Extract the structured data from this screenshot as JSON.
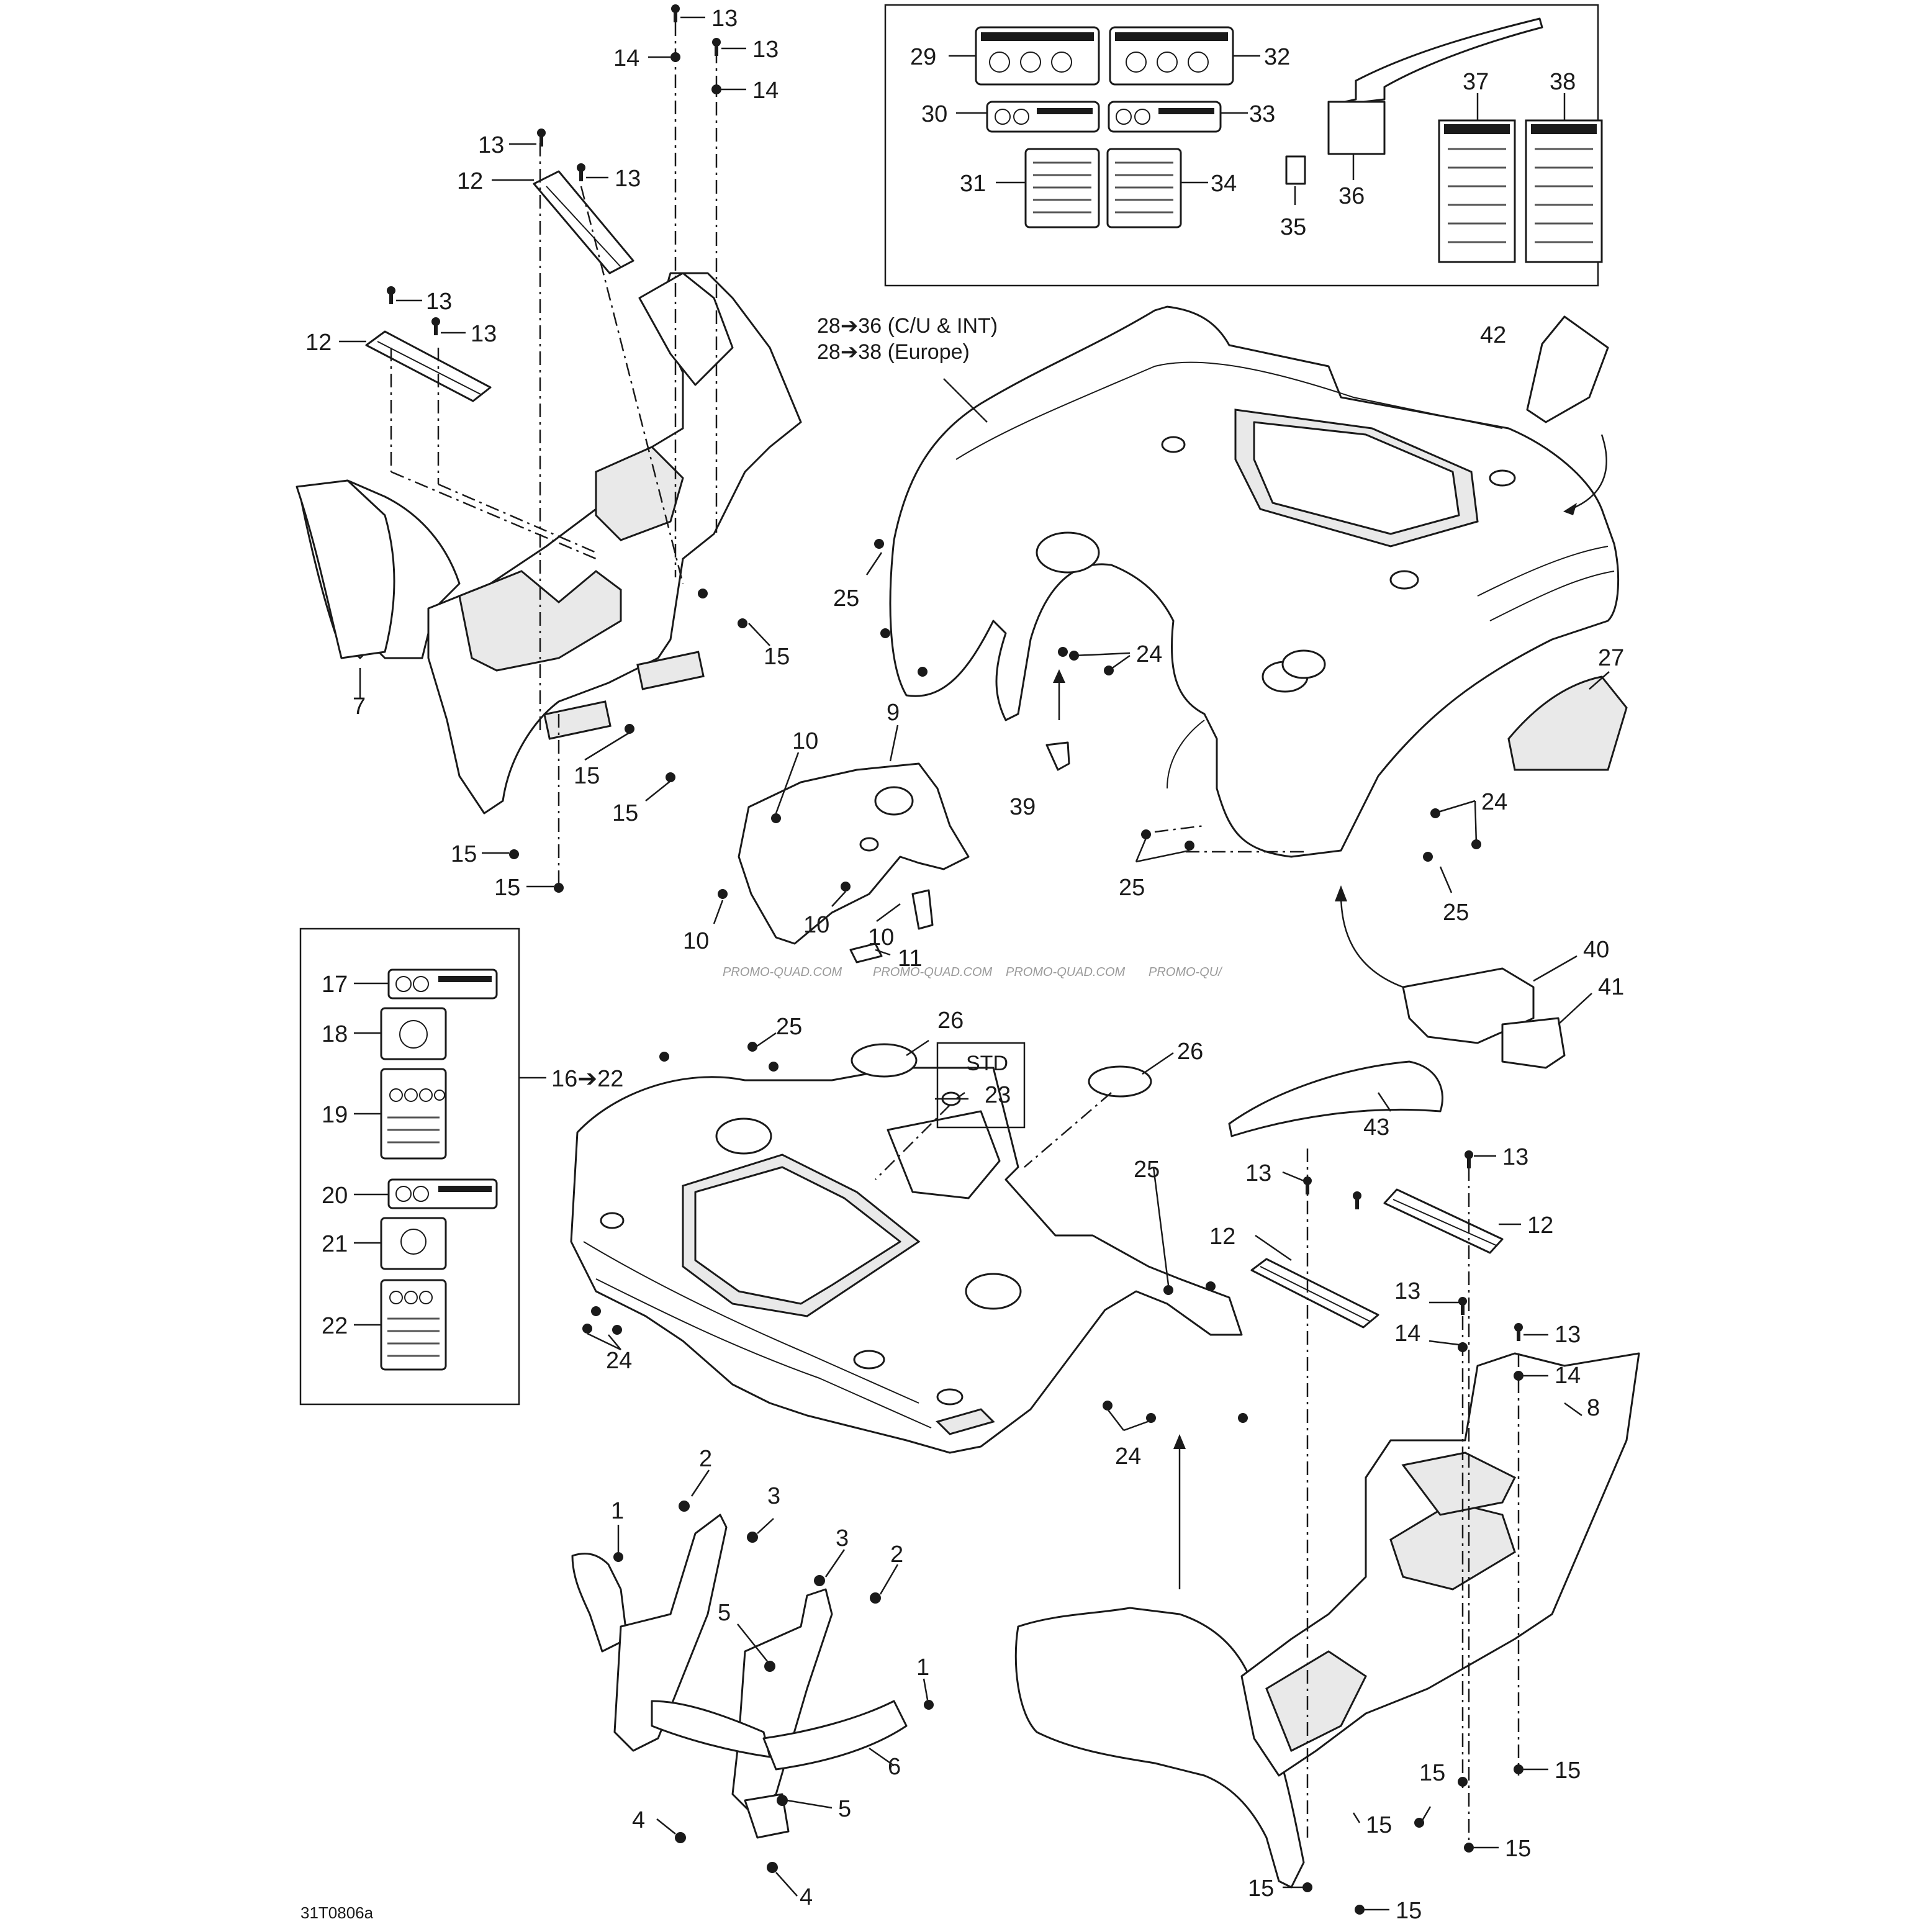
{
  "diagram_code": "31T0806a",
  "watermark": [
    "PROMO-QUAD.COM",
    "PROMO-QUAD.COM",
    "PROMO-QUAD.COM",
    "PROMO-QU/"
  ],
  "notes": {
    "std": "STD",
    "range_16_22": "16➔22",
    "range_28_36": "28➔36 (C/U & INT)",
    "range_28_38": "28➔38 (Europe)"
  },
  "callouts": [
    {
      "id": "c13a",
      "text": "13"
    },
    {
      "id": "c14a",
      "text": "14"
    },
    {
      "id": "c13b",
      "text": "13"
    },
    {
      "id": "c14b",
      "text": "14"
    },
    {
      "id": "c13c",
      "text": "13"
    },
    {
      "id": "c12a",
      "text": "12"
    },
    {
      "id": "c13d",
      "text": "13"
    },
    {
      "id": "c13e",
      "text": "13"
    },
    {
      "id": "c12b",
      "text": "12"
    },
    {
      "id": "c13f",
      "text": "13"
    },
    {
      "id": "c7",
      "text": "7"
    },
    {
      "id": "c15a",
      "text": "15"
    },
    {
      "id": "c15b",
      "text": "15"
    },
    {
      "id": "c15c",
      "text": "15"
    },
    {
      "id": "c15d",
      "text": "15"
    },
    {
      "id": "c15e",
      "text": "15"
    },
    {
      "id": "c29",
      "text": "29"
    },
    {
      "id": "c32",
      "text": "32"
    },
    {
      "id": "c30",
      "text": "30"
    },
    {
      "id": "c33",
      "text": "33"
    },
    {
      "id": "c31",
      "text": "31"
    },
    {
      "id": "c34",
      "text": "34"
    },
    {
      "id": "c35",
      "text": "35"
    },
    {
      "id": "c36",
      "text": "36"
    },
    {
      "id": "c37",
      "text": "37"
    },
    {
      "id": "c38",
      "text": "38"
    },
    {
      "id": "c42",
      "text": "42"
    },
    {
      "id": "c25a",
      "text": "25"
    },
    {
      "id": "c24a",
      "text": "24"
    },
    {
      "id": "c39",
      "text": "39"
    },
    {
      "id": "c27",
      "text": "27"
    },
    {
      "id": "c24b",
      "text": "24"
    },
    {
      "id": "c25b",
      "text": "25"
    },
    {
      "id": "c25c",
      "text": "25"
    },
    {
      "id": "c9",
      "text": "9"
    },
    {
      "id": "c10a",
      "text": "10"
    },
    {
      "id": "c10b",
      "text": "10"
    },
    {
      "id": "c10c",
      "text": "10"
    },
    {
      "id": "c10d",
      "text": "10"
    },
    {
      "id": "c11",
      "text": "11"
    },
    {
      "id": "c40",
      "text": "40"
    },
    {
      "id": "c41",
      "text": "41"
    },
    {
      "id": "c43",
      "text": "43"
    },
    {
      "id": "c17",
      "text": "17"
    },
    {
      "id": "c18",
      "text": "18"
    },
    {
      "id": "c19",
      "text": "19"
    },
    {
      "id": "c20",
      "text": "20"
    },
    {
      "id": "c21",
      "text": "21"
    },
    {
      "id": "c22",
      "text": "22"
    },
    {
      "id": "c25d",
      "text": "25"
    },
    {
      "id": "c26a",
      "text": "26"
    },
    {
      "id": "c23",
      "text": "23"
    },
    {
      "id": "c26b",
      "text": "26"
    },
    {
      "id": "c24c",
      "text": "24"
    },
    {
      "id": "c25e",
      "text": "25"
    },
    {
      "id": "c24d",
      "text": "24"
    },
    {
      "id": "c13g",
      "text": "13"
    },
    {
      "id": "c13h",
      "text": "13"
    },
    {
      "id": "c12c",
      "text": "12"
    },
    {
      "id": "c12d",
      "text": "12"
    },
    {
      "id": "c13i",
      "text": "13"
    },
    {
      "id": "c14c",
      "text": "14"
    },
    {
      "id": "c13j",
      "text": "13"
    },
    {
      "id": "c14d",
      "text": "14"
    },
    {
      "id": "c8",
      "text": "8"
    },
    {
      "id": "c15f",
      "text": "15"
    },
    {
      "id": "c15g",
      "text": "15"
    },
    {
      "id": "c15h",
      "text": "15"
    },
    {
      "id": "c15i",
      "text": "15"
    },
    {
      "id": "c15j",
      "text": "15"
    },
    {
      "id": "c15k",
      "text": "15"
    },
    {
      "id": "c2a",
      "text": "2"
    },
    {
      "id": "c3a",
      "text": "3"
    },
    {
      "id": "c1a",
      "text": "1"
    },
    {
      "id": "c3b",
      "text": "3"
    },
    {
      "id": "c2b",
      "text": "2"
    },
    {
      "id": "c5a",
      "text": "5"
    },
    {
      "id": "c1b",
      "text": "1"
    },
    {
      "id": "c6",
      "text": "6"
    },
    {
      "id": "c4a",
      "text": "4"
    },
    {
      "id": "c5b",
      "text": "5"
    },
    {
      "id": "c4b",
      "text": "4"
    }
  ]
}
